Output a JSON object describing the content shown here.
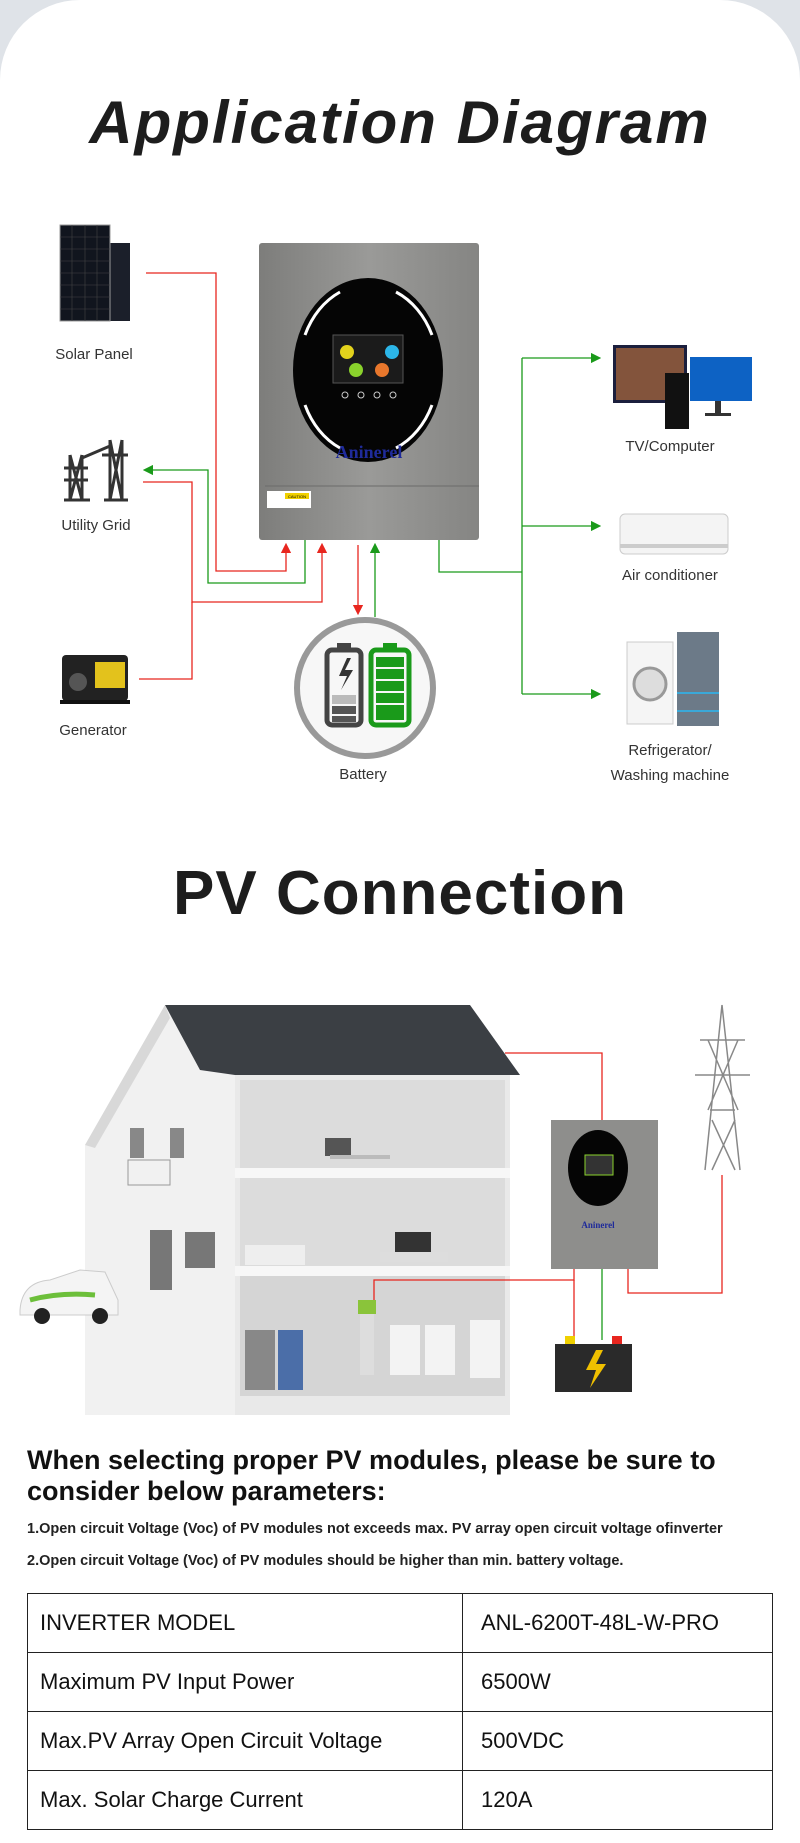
{
  "sections": {
    "application_title": "Application Diagram",
    "pv_title": "PV Connection"
  },
  "diagram": {
    "labels": {
      "solar_panel": "Solar Panel",
      "utility_grid": "Utility Grid",
      "generator": "Generator",
      "battery": "Battery",
      "tv_computer": "TV/Computer",
      "air_conditioner": "Air conditioner",
      "refrigerator_line1": "Refrigerator/",
      "refrigerator_line2": "Washing machine"
    },
    "brand": "Aninerel",
    "caution": "CAUTION",
    "colors": {
      "input_line": "#e8261f",
      "output_line": "#1a9a1a",
      "inverter": "#8c8c8a"
    }
  },
  "guidance": {
    "heading": "When selecting proper PV modules, please be sure to consider below parameters:",
    "notes": [
      "1.Open circuit Voltage (Voc) of PV modules not exceeds max. PV array open circuit voltage ofinverter",
      "2.Open circuit Voltage (Voc) of PV modules should be higher than min. battery voltage."
    ]
  },
  "specs": {
    "rows": [
      {
        "label": "INVERTER MODEL",
        "value": "ANL-6200T-48L-W-PRO"
      },
      {
        "label": "Maximum PV Input Power",
        "value": "6500W"
      },
      {
        "label": "Max.PV Array Open Circuit Voltage",
        "value": "500VDC"
      },
      {
        "label": "Max. Solar Charge Current",
        "value": "120A"
      }
    ]
  }
}
